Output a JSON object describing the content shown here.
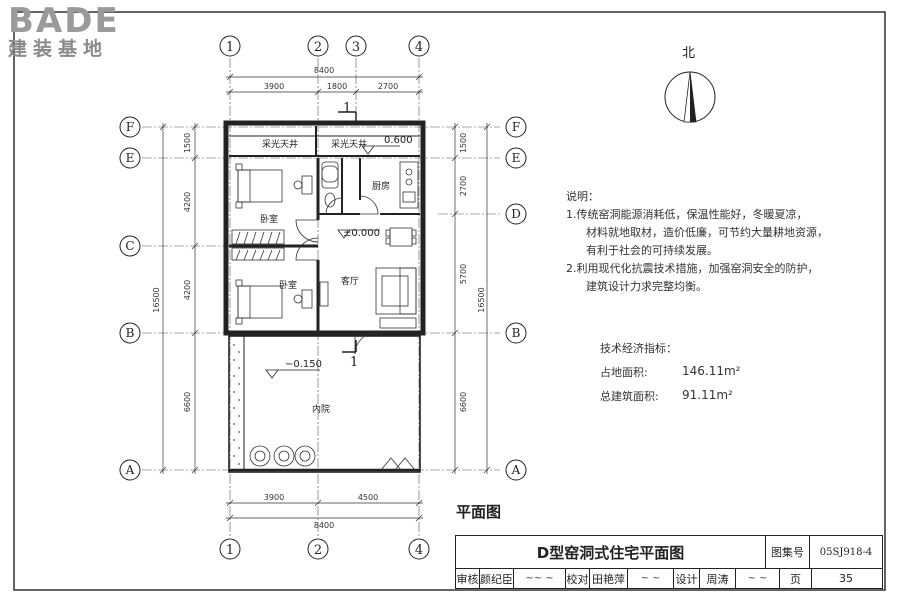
{
  "logo": {
    "brand": "BADE",
    "subtitle": "建装基地"
  },
  "north": {
    "label": "北"
  },
  "axes": {
    "top_cols": [
      "1",
      "2",
      "3",
      "4"
    ],
    "bottom_cols": [
      "1",
      "2",
      "4"
    ],
    "left_rows": [
      "F",
      "E",
      "C",
      "B",
      "A"
    ],
    "right_rows": [
      "F",
      "E",
      "D",
      "B",
      "A"
    ]
  },
  "dims": {
    "top_total": "8400",
    "top_segments": [
      "3900",
      "1800",
      "2700"
    ],
    "bottom_segments": [
      "3900",
      "4500"
    ],
    "bottom_total": "8400",
    "left_segments": [
      "1500",
      "4200",
      "4200",
      "6600"
    ],
    "left_total": "16500",
    "right_segments": [
      "1500",
      "2700",
      "5700",
      "6600"
    ],
    "right_total": "16500"
  },
  "rooms": {
    "skylight1": "采光天井",
    "skylight2": "采光天井",
    "bedroom1": "卧室",
    "bedroom2": "卧室",
    "kitchen": "厨房",
    "living": "客厅",
    "courtyard": "内院"
  },
  "levels": {
    "top": "0.600",
    "floor": "±0.000",
    "yard": "−0.150"
  },
  "section_mark": {
    "top": "1",
    "bottom": "1"
  },
  "plan_title": "平面图",
  "notes": {
    "heading": "说明：",
    "items": [
      {
        "lines": [
          "1.传统窑洞能源消耗低，保温性能好，冬暖夏凉，",
          "材料就地取材，造价低廉，可节约大量耕地资源，",
          "有利于社会的可持续发展。"
        ]
      },
      {
        "lines": [
          "2.利用现代化抗震技术措施，加强窑洞安全的防护，",
          "建筑设计力求完整均衡。"
        ]
      }
    ]
  },
  "tech": {
    "heading": "技术经济指标：",
    "site_area_label": "占地面积:",
    "site_area_value": "146.11m²",
    "floor_area_label": "总建筑面积:",
    "floor_area_value": "91.11m²"
  },
  "titleblock": {
    "title": "D型窑洞式住宅平面图",
    "atlas_label": "图集号",
    "atlas_value": "05SJ918-4",
    "review_label": "审核",
    "review_name": "颜纪臣",
    "check_label": "校对",
    "check_name": "田艳萍",
    "design_label": "设计",
    "design_name": "周涛",
    "page_label": "页",
    "page_value": "35"
  }
}
